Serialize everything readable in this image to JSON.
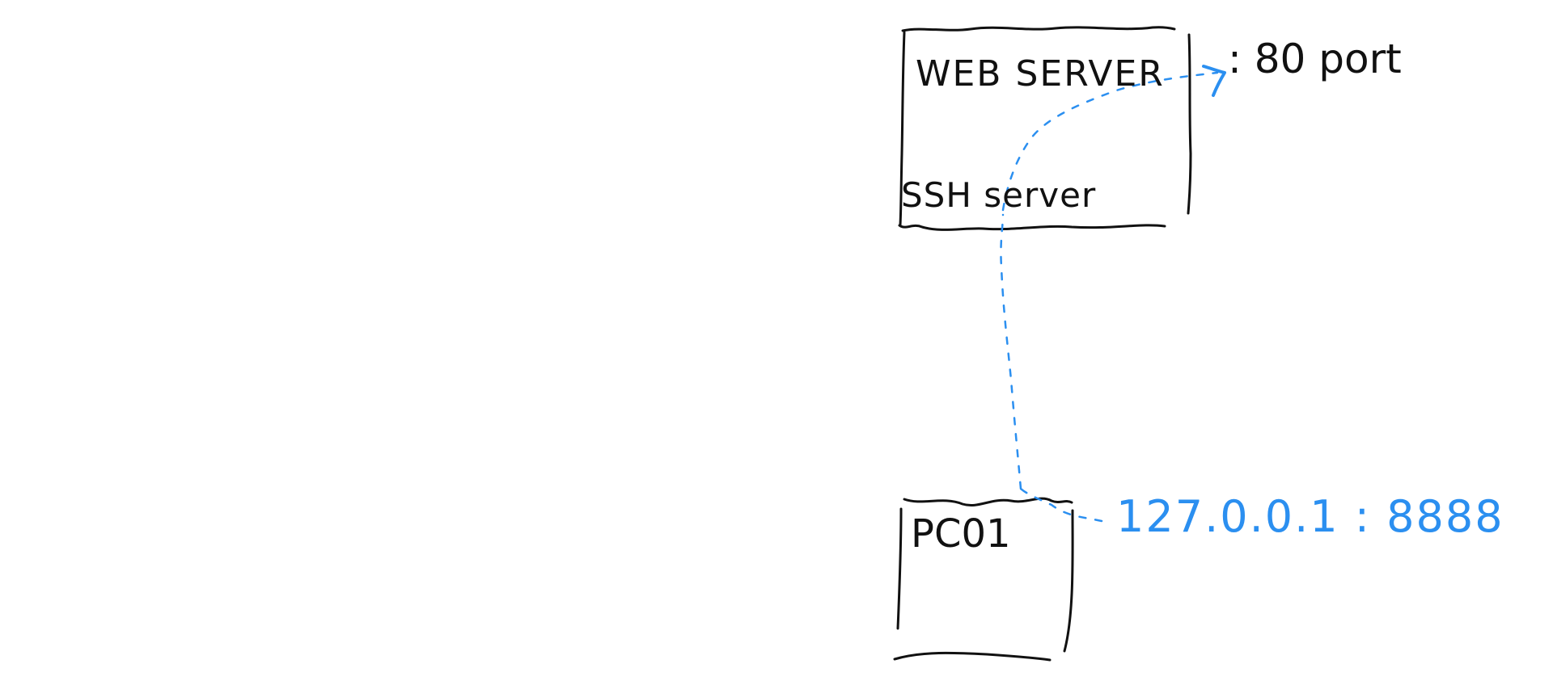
{
  "diagram": {
    "web_server_box": {
      "title": "WEB SERVER",
      "sub_label": "SSH server"
    },
    "port_label": ": 80 port",
    "pc_box": {
      "title": "PC01"
    },
    "local_address_label": "127.0.0.1 : 8888",
    "colors": {
      "ink": "#111111",
      "accent": "#2b8ff0",
      "background": "#ffffff"
    }
  }
}
